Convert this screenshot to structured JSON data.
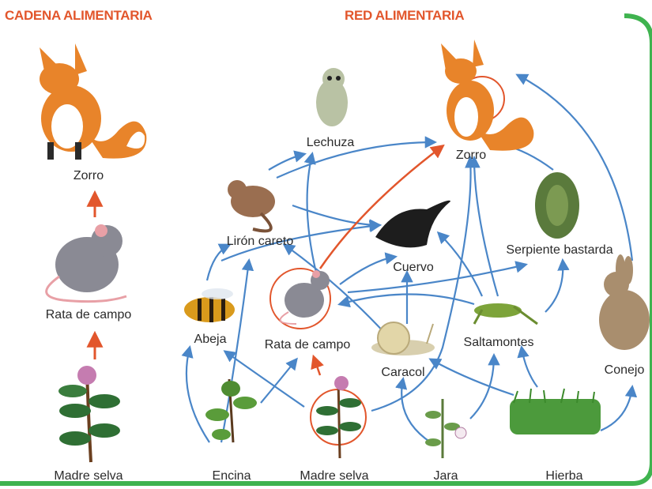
{
  "chain": {
    "title": "CADENA ALIMENTARIA",
    "labels": {
      "fox": "Zorro",
      "rat": "Rata de campo",
      "plant": "Madre selva"
    }
  },
  "web": {
    "title": "RED ALIMENTARIA",
    "labels": {
      "owl": "Lechuza",
      "fox": "Zorro",
      "dormouse": "Lirón careto",
      "crow": "Cuervo",
      "snake": "Serpiente bastarda",
      "bee": "Abeja",
      "rat": "Rata de campo",
      "snail": "Caracol",
      "grasshopper": "Saltamontes",
      "rabbit": "Conejo",
      "oak": "Encina",
      "honeysuckle": "Madre selva",
      "rockrose": "Jara",
      "grass": "Hierba"
    }
  },
  "colors": {
    "title": "#e2562c",
    "arrow_blue": "#4a86c8",
    "arrow_red": "#e2562c",
    "accent_green": "#3fb34f"
  }
}
